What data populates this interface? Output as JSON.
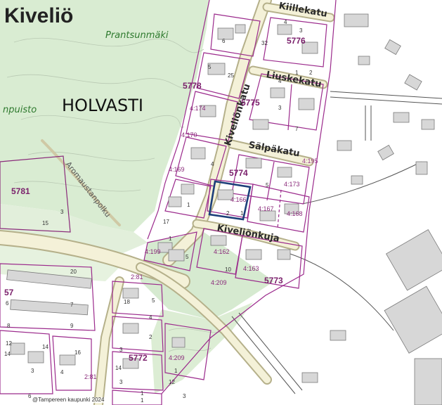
{
  "map": {
    "area_title": "Kiveliö",
    "district": "HOLVASTI",
    "green_areas": [
      "Prantsunmäki",
      "npuisto"
    ],
    "streets": [
      "Kiveliönkatu",
      "Liuskekatu",
      "Sälpäkatu",
      "Kiveliönkuja",
      "Kiillekatu"
    ],
    "paths": [
      "Aromaustanpolku"
    ],
    "blocks": [
      "5776",
      "5778",
      "5775",
      "5774",
      "5781",
      "5773",
      "5772",
      "57"
    ],
    "plots": [
      "4:174",
      "4:170",
      "4:169",
      "4:166",
      "4:167",
      "4:173",
      "4:168",
      "4:162",
      "4:163",
      "4:199",
      "4:209",
      "4:209",
      "2:81",
      "2:81",
      "4:195"
    ],
    "house_numbers": [
      "6",
      "4",
      "3",
      "32",
      "5",
      "2",
      "25",
      "4",
      "1",
      "3",
      "5",
      "7",
      "17",
      "15",
      "1",
      "4",
      "2",
      "1",
      "3",
      "10",
      "7",
      "14",
      "12",
      "1",
      "14",
      "20",
      "8",
      "9",
      "5",
      "16",
      "3",
      "4",
      "6",
      "18",
      "5",
      "4",
      "3",
      "2",
      "1",
      "14",
      "3",
      "1",
      "12",
      "1",
      "3",
      "6"
    ],
    "selected_plot": "4:166",
    "copyright": "@Tampereen kaupunki 2024"
  },
  "colors": {
    "forest": "#d9ecd2",
    "park_light": "#e8f3e2",
    "road_fill": "#f4f1d8",
    "road_edge": "#b5b08a",
    "boundary": "#9b2a8c",
    "building": "#d7d7d7",
    "building_edge": "#7a7a7a",
    "selection": "#1d3f7a"
  }
}
